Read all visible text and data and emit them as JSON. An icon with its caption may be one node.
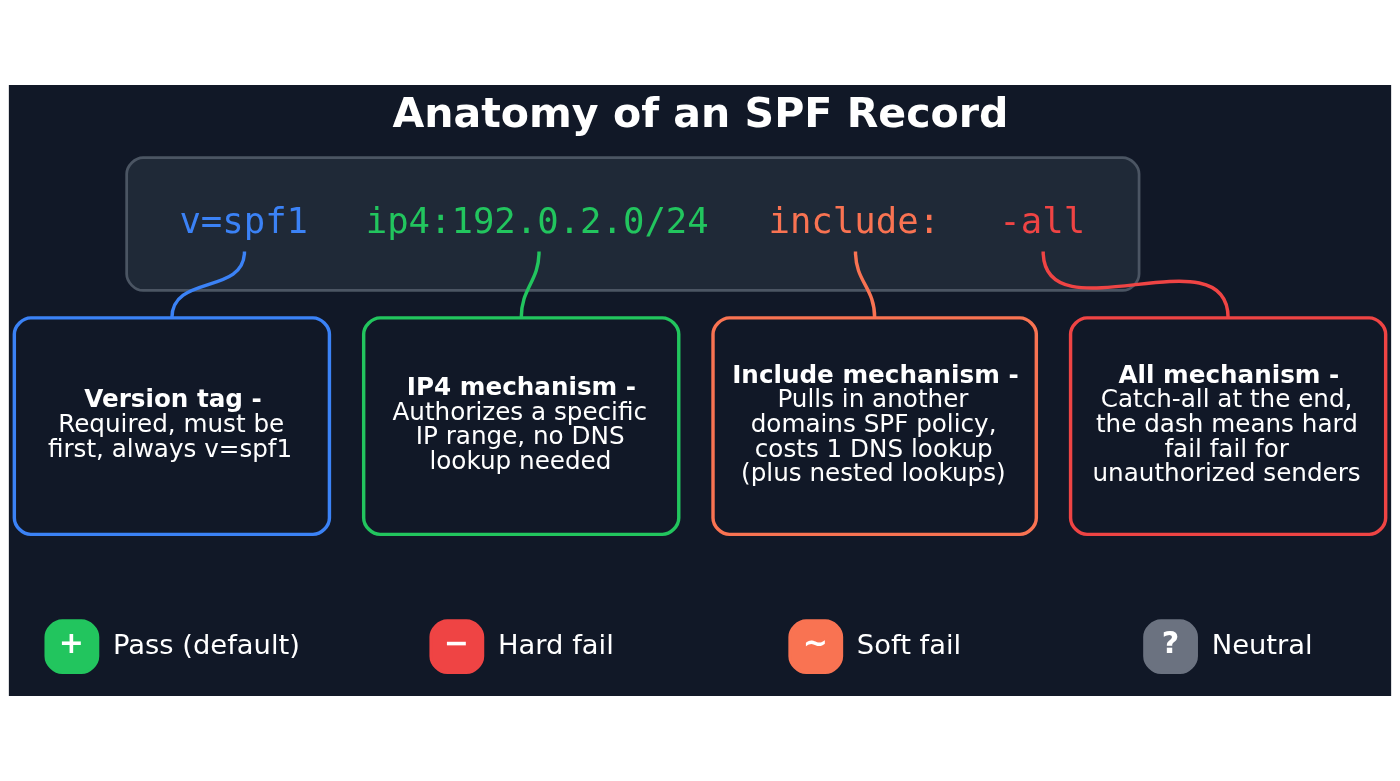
{
  "diagram": {
    "title": "Anatomy of an SPF Record",
    "nodes": [
      {
        "text": [],
        "shape": "box"
      },
      {
        "text": [
          "v=spf1"
        ],
        "in": 0
      },
      {
        "text": [
          "ip4:192.0.2.0/24"
        ],
        "in": 0
      },
      {
        "text": [
          "include:"
        ],
        "in": 0
      },
      {
        "text": [
          "-all"
        ],
        "in": 0
      },
      {
        "text": [
          "Version tag -",
          "Required, must be first, always v=spf1"
        ]
      },
      {
        "text": [
          "IP4 mechanism -",
          "Authorizes a specific IP range, no DNS lookup needed"
        ]
      },
      {
        "text": [
          "Include mechanism -",
          "Pulls in another domains SPF policy, costs 1 DNS lookup (plus nested lookups)"
        ]
      },
      {
        "text": [
          "All mechanism -",
          "Catch-all at the end, the dash means hard fail fail for unauthorized senders"
        ]
      }
    ],
    "edges": [
      {
        "from": 1,
        "to": 5,
        "arrow": "none",
        "color": "#3b82f6"
      },
      {
        "from": 2,
        "to": 6,
        "arrow": "none",
        "color": "#22c55e"
      },
      {
        "from": 3,
        "to": 7,
        "arrow": "none",
        "color": "#f97352"
      },
      {
        "from": 4,
        "to": 8,
        "arrow": "none",
        "color": "#ef4444"
      }
    ],
    "labels": [
      "+",
      "−",
      "~",
      "?"
    ],
    "legend": [
      {
        "text": "Pass (default)",
        "color": "#22c55e"
      },
      {
        "text": "Hard fail",
        "color": "#ef4444"
      },
      {
        "text": "Soft fail",
        "color": "#f97352"
      },
      {
        "text": "Neutral",
        "color": "#6b7280"
      }
    ]
  }
}
